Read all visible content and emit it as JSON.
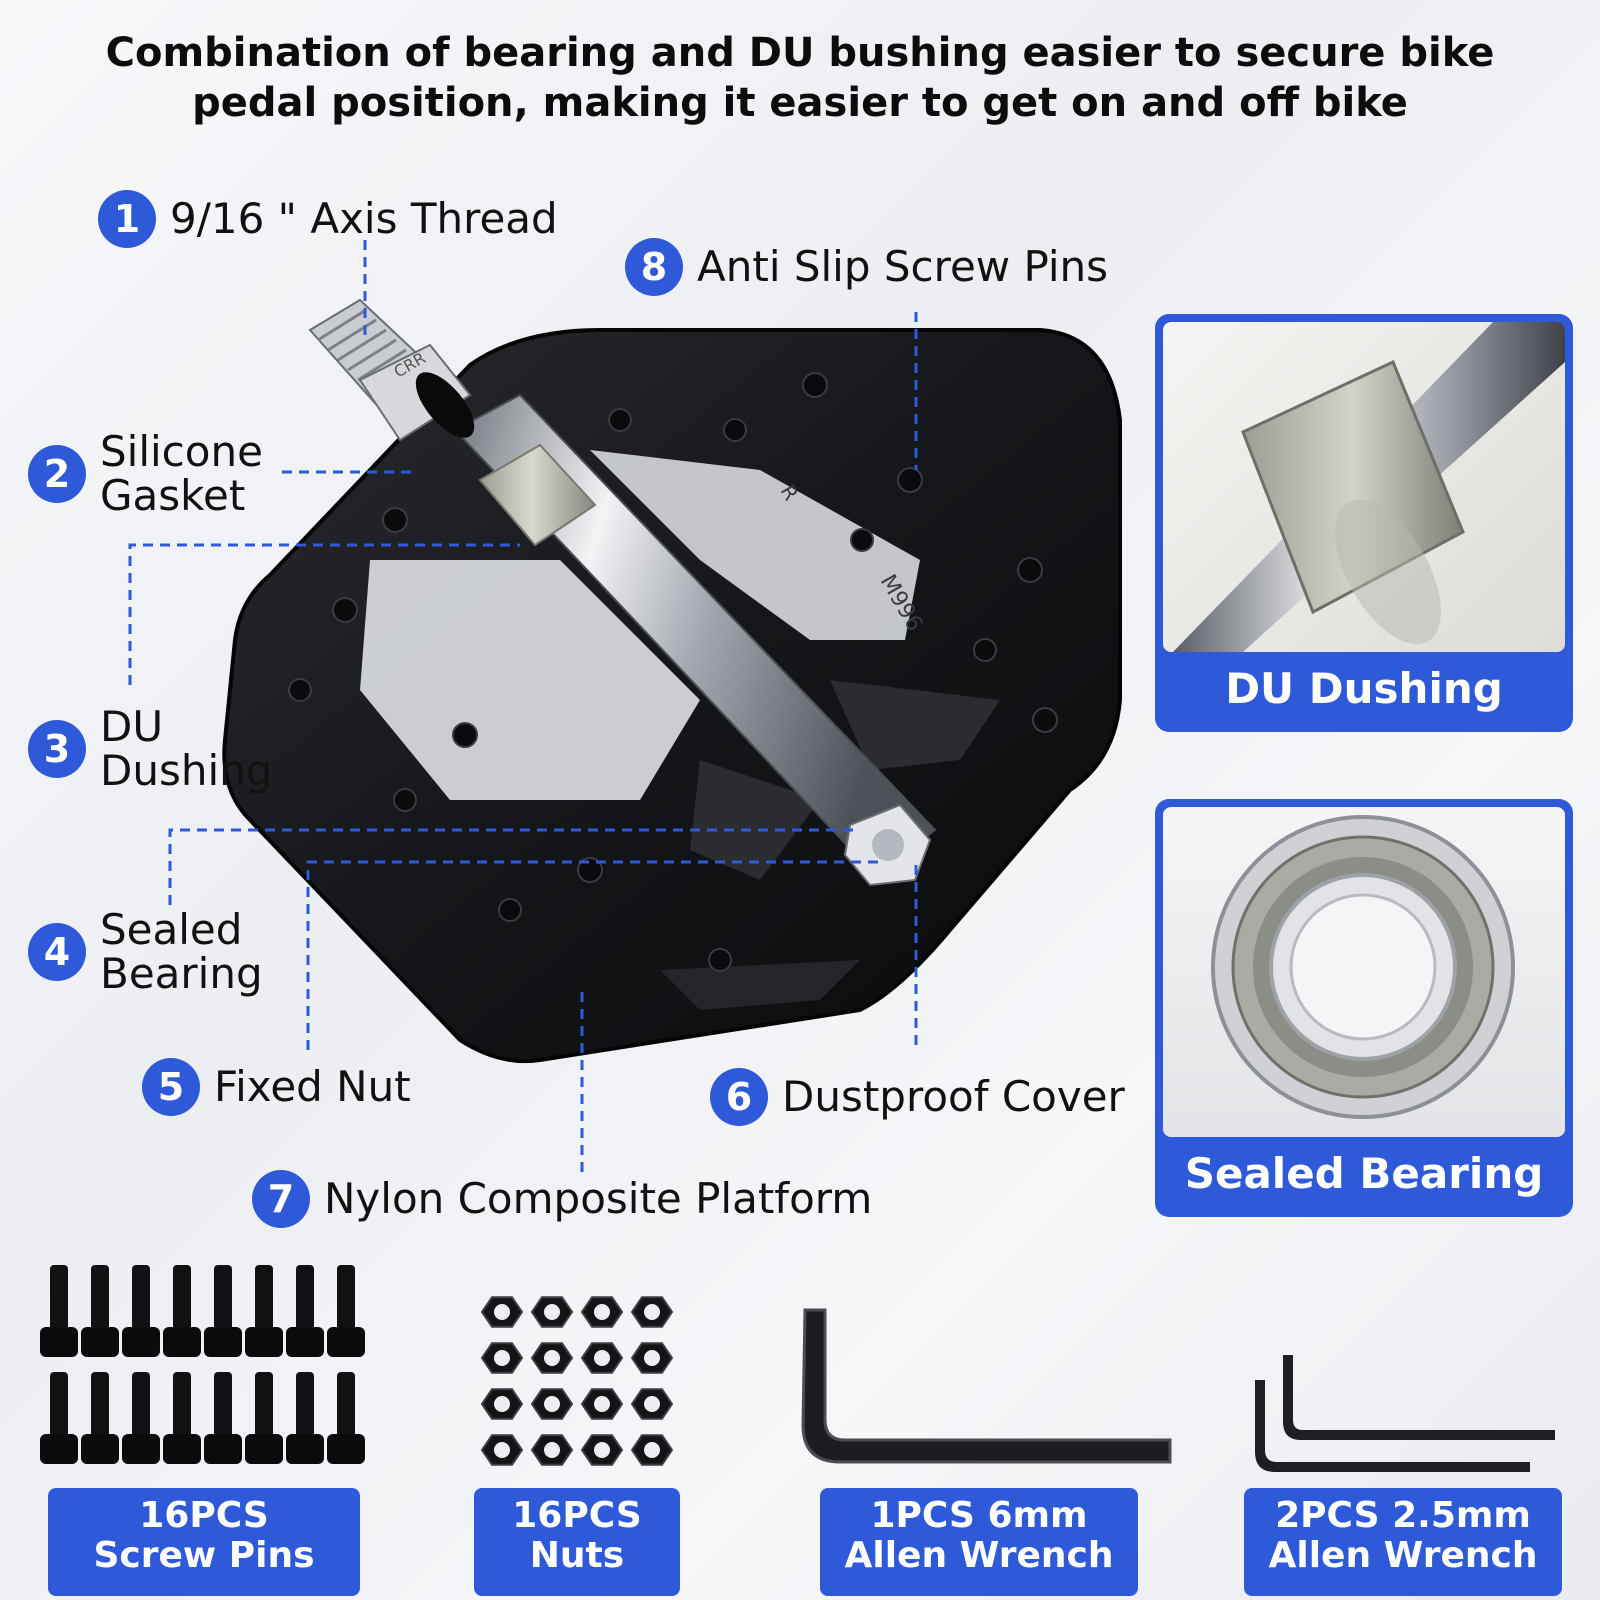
{
  "headline": {
    "line1": "Combination of bearing and DU bushing easier to secure bike",
    "line2": "pedal position, making it easier to get on and off bike"
  },
  "pedal": {
    "axle_marking": "CRR",
    "side_marking": "R",
    "model_marking": "M996",
    "platform_color": "#141416",
    "axle_color": "#b9bcc2"
  },
  "callouts": [
    {
      "number": "1",
      "label": "9/16 \" Axis Thread"
    },
    {
      "number": "2",
      "label_line1": "Silicone",
      "label_line2": "Gasket"
    },
    {
      "number": "3",
      "label_line1": "DU",
      "label_line2": "Dushing"
    },
    {
      "number": "4",
      "label_line1": "Sealed",
      "label_line2": "Bearing"
    },
    {
      "number": "5",
      "label": "Fixed Nut"
    },
    {
      "number": "6",
      "label": "Dustproof Cover"
    },
    {
      "number": "7",
      "label": "Nylon Composite Platform"
    },
    {
      "number": "8",
      "label": "Anti Slip Screw Pins"
    }
  ],
  "panels": [
    {
      "caption": "DU Dushing",
      "icon": "du-bushing-closeup"
    },
    {
      "caption": "Sealed Bearing",
      "icon": "sealed-bearing-closeup"
    }
  ],
  "kit": [
    {
      "line1": "16PCS",
      "line2": "Screw Pins",
      "icon": "screw-pin-icon"
    },
    {
      "line1": "16PCS",
      "line2": "Nuts",
      "icon": "hex-nut-icon"
    },
    {
      "line1": "1PCS 6mm",
      "line2": "Allen Wrench",
      "icon": "allen-wrench-icon"
    },
    {
      "line1": "2PCS 2.5mm",
      "line2": "Allen Wrench",
      "icon": "allen-wrench-icon"
    }
  ],
  "colors": {
    "accent": "#2e59d9",
    "text": "#111111",
    "leader_line": "#2e59d9"
  }
}
